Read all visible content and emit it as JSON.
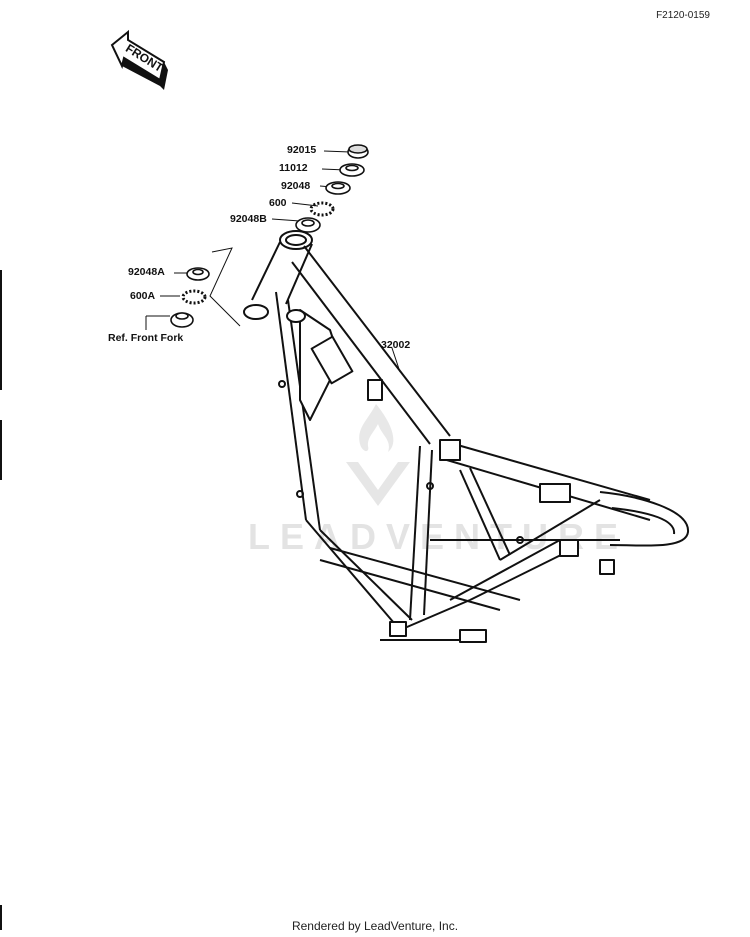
{
  "document_code": "F2120-0159",
  "front_arrow_label": "FRONT",
  "callouts": {
    "c92015": "92015",
    "c11012": "11012",
    "c92048": "92048",
    "c600": "600",
    "c92048B": "92048B",
    "c92048A": "92048A",
    "c600A": "600A",
    "ref_front_fork": "Ref. Front Fork",
    "c32002": "32002"
  },
  "watermark_text": "LEADVENTURE",
  "footer": "Rendered by LeadVenture, Inc.",
  "colors": {
    "ink": "#111111",
    "watermark": "#e3e3e3",
    "background": "#ffffff"
  }
}
